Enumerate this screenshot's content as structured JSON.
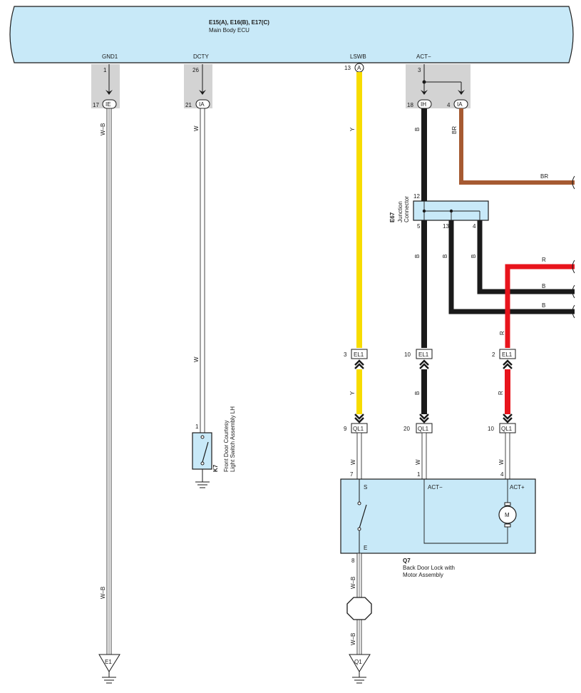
{
  "ecu": {
    "code": "E15(A), E16(B), E17(C)",
    "name": "Main Body ECU",
    "fill": "#c8e9f8",
    "pins": {
      "gnd1": {
        "label": "GND1",
        "num": "1"
      },
      "dcty": {
        "label": "DCTY",
        "num": "26"
      },
      "lswb": {
        "label": "LSWB",
        "num": "13",
        "conn": "A"
      },
      "act": {
        "label": "ACT−",
        "num": "3"
      }
    }
  },
  "junction_conns": {
    "c17": {
      "num": "17",
      "conn": "IE"
    },
    "c21": {
      "num": "21",
      "conn": "IA"
    },
    "c18": {
      "num": "18",
      "conn": "IH"
    },
    "c4": {
      "num": "4",
      "conn": "IA"
    }
  },
  "wire_colors": {
    "W": "#ffffff",
    "Y": "#f7dc00",
    "B": "#1a1a1a",
    "BR": "#a65a32",
    "R": "#e8141c"
  },
  "wires": {
    "gnd_wb_top": "W–B",
    "gnd_wb_bottom": "W–B",
    "dcty_w_top": "W",
    "dcty_w_bottom": "W",
    "lswb_y_top": "Y",
    "lswb_y_bottom": "Y",
    "act_b_top": "B",
    "br_vertical": "BR",
    "br_horizontal": "BR",
    "jc_b5": "B",
    "jc_b13": "B",
    "jc_b4": "B",
    "r_top": "R",
    "b_right1": "B",
    "b_right2": "B",
    "r_mid": "R",
    "b_mid": "B",
    "r_lower": "R",
    "b_lower": "B",
    "ql_w1": "W",
    "ql_w2": "W",
    "ql_w3": "W",
    "q1_wb_top": "W–B",
    "q1_wb_bottom": "W–B"
  },
  "junction_connector": {
    "code": "E67",
    "name_line1": "Junction",
    "name_line2": "Connector",
    "pins": {
      "p12": "12",
      "p5": "5",
      "p13": "13",
      "p4": "4"
    }
  },
  "el1": {
    "label": "EL1",
    "p3": "3",
    "p10": "10",
    "p2": "2"
  },
  "ql1": {
    "label": "QL1",
    "p9": "9",
    "p20": "20",
    "p10": "10"
  },
  "switch_k7": {
    "pin": "1",
    "code": "K7",
    "name_line1": "Front Door Courtesy",
    "name_line2": "Light Switch Assembly LH"
  },
  "motor_q7": {
    "code": "Q7",
    "name_line1": "Back Door Lock with",
    "name_line2": "Motor Assembly",
    "pin7": "7",
    "pin1": "1",
    "pin4": "4",
    "pin8": "8",
    "s_label": "S",
    "e_label": "E",
    "act_minus": "ACT−",
    "act_plus": "ACT+",
    "motor": "M"
  },
  "grounds": {
    "e1": "E1",
    "q1": "Q1"
  }
}
